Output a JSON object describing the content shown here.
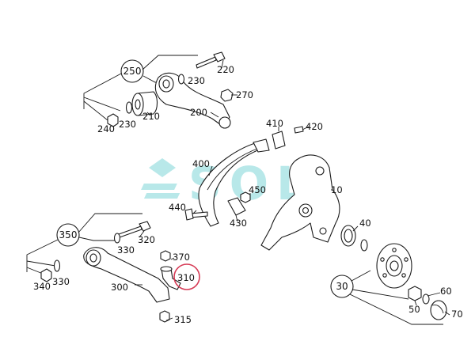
{
  "diagram": {
    "watermark": "SOL",
    "callout_groups": [
      "250",
      "350",
      "30"
    ],
    "labels": {
      "p10": "10",
      "p40": "40",
      "p50": "50",
      "p60": "60",
      "p70": "70",
      "p200": "200",
      "p210": "210",
      "p220": "220",
      "p230a": "230",
      "p230b": "230",
      "p240": "240",
      "p270": "270",
      "p300": "300",
      "p310": "310",
      "p315": "315",
      "p320": "320",
      "p330a": "330",
      "p330b": "330",
      "p340": "340",
      "p370": "370",
      "p400": "400",
      "p410": "410",
      "p420": "420",
      "p430": "430",
      "p440": "440",
      "p450": "450"
    },
    "highlighted_part": "310",
    "colors": {
      "line": "#1a1a1a",
      "highlight": "#d63a55",
      "watermark": "#7fd6d8"
    }
  }
}
